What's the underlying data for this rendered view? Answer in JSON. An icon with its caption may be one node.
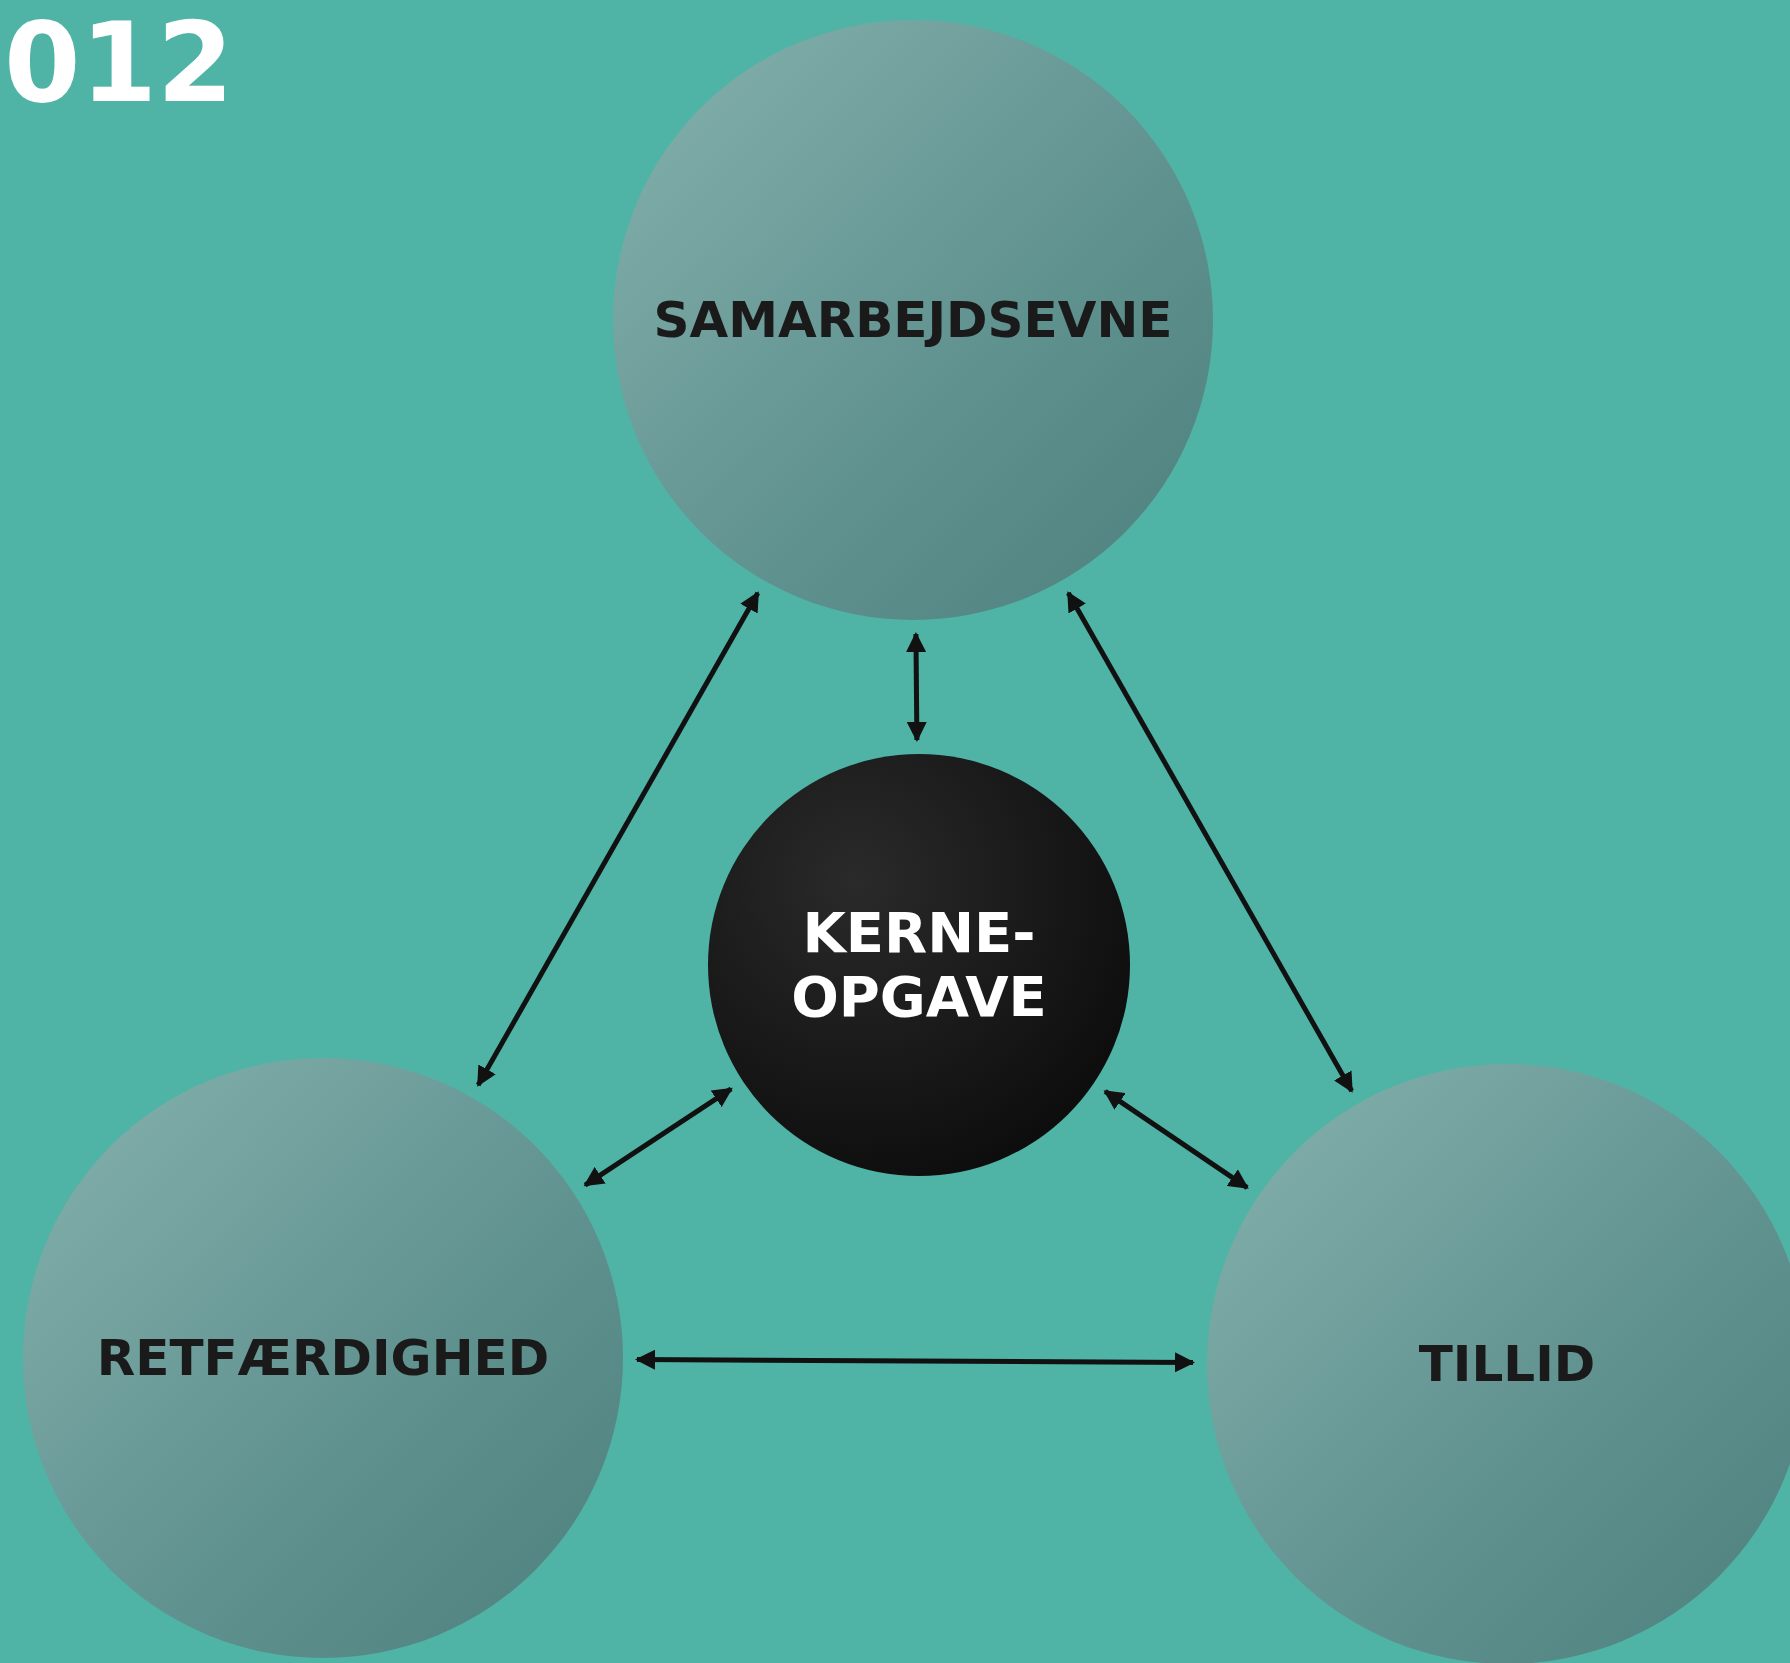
{
  "diagram": {
    "nodes": [
      {
        "text": [
          "SAMARBEJDSEVNE"
        ]
      },
      {
        "text": [
          "KERNE- OPGAVE"
        ]
      },
      {
        "text": [
          "RETFÆRDIGHED"
        ]
      },
      {
        "text": [
          "TILLID"
        ]
      }
    ],
    "edges": [
      {
        "from": 0,
        "to": 2,
        "arrow": "both"
      },
      {
        "from": 0,
        "to": 1,
        "arrow": "both"
      },
      {
        "from": 0,
        "to": 3,
        "arrow": "both"
      },
      {
        "from": 1,
        "to": 2,
        "arrow": "both"
      },
      {
        "from": 1,
        "to": 3,
        "arrow": "both"
      },
      {
        "from": 2,
        "to": 3,
        "arrow": "both"
      }
    ],
    "labels": [
      "012"
    ]
  }
}
